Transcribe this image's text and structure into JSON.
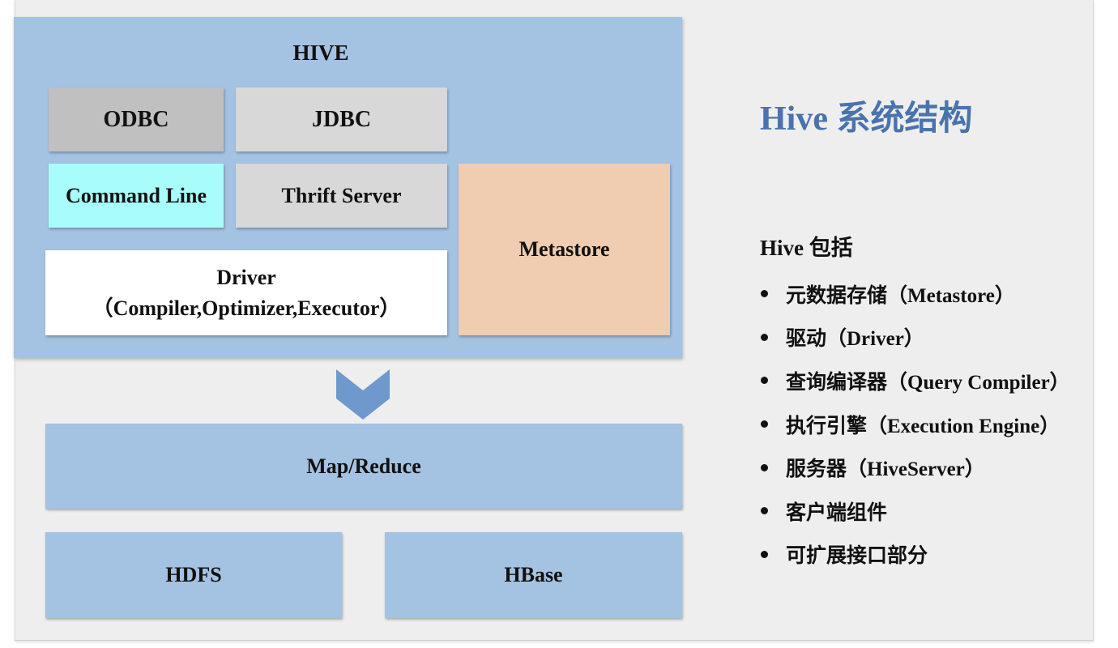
{
  "diagram": {
    "hive": {
      "title": "HIVE",
      "odbc": "ODBC",
      "jdbc": "JDBC",
      "command_line": "Command Line",
      "thrift_server": "Thrift Server",
      "metastore": "Metastore",
      "driver_title": "Driver",
      "driver_sub": "（Compiler,Optimizer,Executor）"
    },
    "map_reduce": "Map/Reduce",
    "hdfs": "HDFS",
    "hbase": "HBase",
    "colors": {
      "container": "#a4c2e2",
      "odbc": "#c0c0c0",
      "jdbc": "#d8d8d8",
      "command_line": "#a8fcfa",
      "metastore": "#f0ccb0",
      "arrow": "#6f98cc",
      "title": "#4a73ad"
    }
  },
  "panel": {
    "title": "Hive 系统结构",
    "subhead": "Hive 包括",
    "items": [
      "元数据存储（Metastore）",
      "驱动（Driver）",
      "查询编译器（Query Compiler）",
      "执行引擎（Execution Engine）",
      "服务器（HiveServer）",
      "客户端组件",
      "可扩展接口部分"
    ]
  }
}
